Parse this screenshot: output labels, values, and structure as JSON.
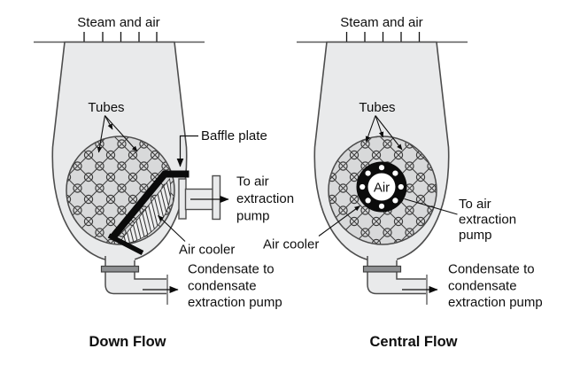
{
  "figure": {
    "left": {
      "caption": "Down Flow",
      "steam_label": "Steam and air",
      "tubes_label": "Tubes",
      "baffle_label": "Baffle plate",
      "air_cooler_label": "Air cooler",
      "to_air_lines": [
        "To air",
        "extraction",
        "pump"
      ],
      "condensate_lines": [
        "Condensate to",
        "condensate",
        "extraction pump"
      ]
    },
    "right": {
      "caption": "Central Flow",
      "steam_label": "Steam and air",
      "tubes_label": "Tubes",
      "air_label": "Air",
      "air_cooler_label": "Air cooler",
      "to_air_lines": [
        "To air",
        "extraction",
        "pump"
      ],
      "condensate_lines": [
        "Condensate to",
        "condensate",
        "extraction pump"
      ]
    },
    "colors": {
      "vessel_fill": "#e9eaeb",
      "bundle_fill": "#d8d9da",
      "outline": "#4d4d4d",
      "black": "#0b0b0b",
      "flange_fill": "#8e9092",
      "hatch_bg": "#eeeeef"
    }
  }
}
